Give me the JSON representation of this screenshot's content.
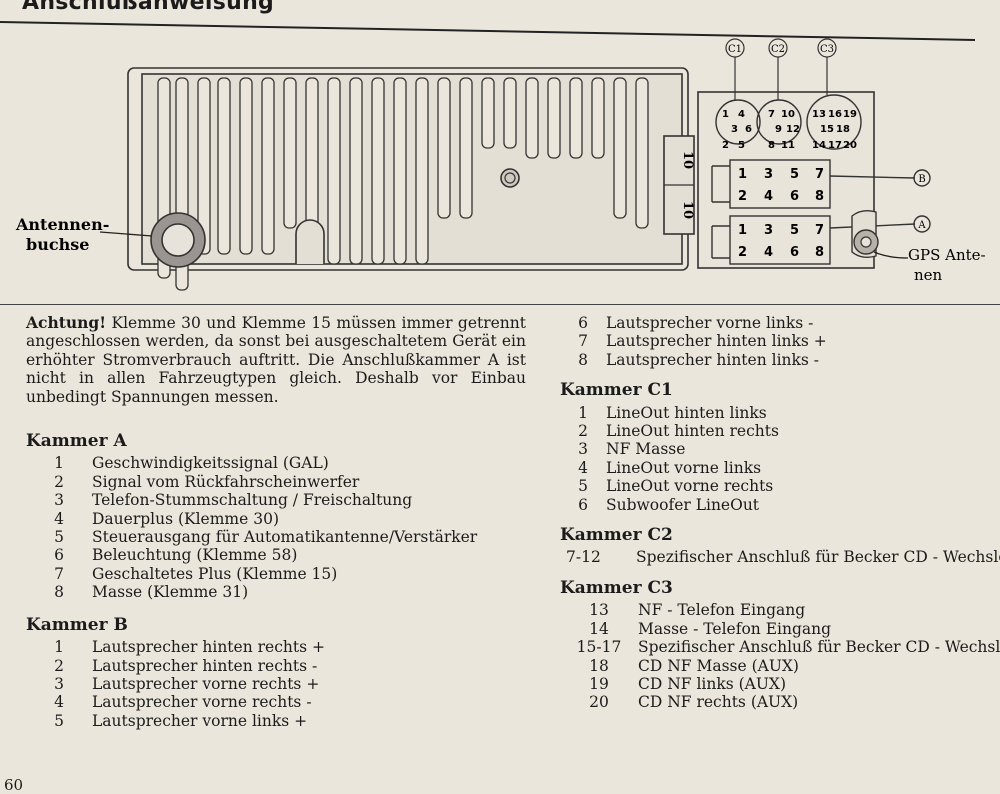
{
  "page": {
    "heading": "Anschlußanweisung",
    "page_number": "60"
  },
  "diagram": {
    "antenna_label_line1": "Antennen-",
    "antenna_label_line2": "buchse",
    "gps_label_line1": "GPS Ante-",
    "gps_label_line2": "nen",
    "callout_c1": "C1",
    "callout_c2": "C2",
    "callout_c3": "C3",
    "callout_b": "B",
    "callout_a": "A",
    "fuse_top": "10",
    "fuse_bottom": "10",
    "c1_pins": {
      "p1": "1",
      "p4": "4",
      "p3": "3",
      "p6": "6",
      "p2": "2",
      "p5": "5"
    },
    "c2_pins": {
      "p7": "7",
      "p10": "10",
      "p9": "9",
      "p12": "12",
      "p8": "8",
      "p11": "11"
    },
    "c3_pins": {
      "p13": "13",
      "p16": "16",
      "p19": "19",
      "p15": "15",
      "p18": "18",
      "p14": "14",
      "p17": "17",
      "p20": "20"
    },
    "b_pins": {
      "p1": "1",
      "p3": "3",
      "p5": "5",
      "p7": "7",
      "p2": "2",
      "p4": "4",
      "p6": "6",
      "p8": "8"
    },
    "a_pins": {
      "p1": "1",
      "p3": "3",
      "p5": "5",
      "p7": "7",
      "p2": "2",
      "p4": "4",
      "p6": "6",
      "p8": "8"
    }
  },
  "warning": {
    "lead": "Achtung!",
    "text": " Klemme 30 und Klemme 15 müssen immer getrennt angeschlossen werden, da sonst bei ausgeschaltetem Gerät ein erhöhter Stromverbrauch auftritt. Die Anschlußkammer A ist nicht in allen Fahrzeugtypen gleich. Deshalb vor Einbau unbedingt Spannungen messen."
  },
  "kammer_a": {
    "title": "Kammer A",
    "rows": [
      {
        "n": "1",
        "t": "Geschwindigkeitssignal (GAL)"
      },
      {
        "n": "2",
        "t": "Signal vom Rückfahrscheinwerfer"
      },
      {
        "n": "3",
        "t": "Telefon-Stummschaltung / Freischaltung"
      },
      {
        "n": "4",
        "t": "Dauerplus (Klemme 30)"
      },
      {
        "n": "5",
        "t": "Steuerausgang für Automatikantenne/Verstärker"
      },
      {
        "n": "6",
        "t": "Beleuchtung (Klemme 58)"
      },
      {
        "n": "7",
        "t": "Geschaltetes Plus (Klemme 15)"
      },
      {
        "n": "8",
        "t": "Masse (Klemme 31)"
      }
    ]
  },
  "kammer_b": {
    "title": "Kammer B",
    "rows": [
      {
        "n": "1",
        "t": "Lautsprecher hinten rechts +"
      },
      {
        "n": "2",
        "t": "Lautsprecher hinten rechts -"
      },
      {
        "n": "3",
        "t": "Lautsprecher vorne rechts +"
      },
      {
        "n": "4",
        "t": "Lautsprecher vorne rechts -"
      },
      {
        "n": "5",
        "t": "Lautsprecher vorne links +"
      }
    ]
  },
  "kammer_b_cont": {
    "rows": [
      {
        "n": "6",
        "t": "Lautsprecher vorne links -"
      },
      {
        "n": "7",
        "t": "Lautsprecher hinten links +"
      },
      {
        "n": "8",
        "t": "Lautsprecher hinten links -"
      }
    ]
  },
  "kammer_c1": {
    "title": "Kammer C1",
    "rows": [
      {
        "n": "1",
        "t": "LineOut hinten links"
      },
      {
        "n": "2",
        "t": "LineOut hinten rechts"
      },
      {
        "n": "3",
        "t": "NF Masse"
      },
      {
        "n": "4",
        "t": "LineOut vorne links"
      },
      {
        "n": "5",
        "t": "LineOut vorne rechts"
      },
      {
        "n": "6",
        "t": "Subwoofer LineOut"
      }
    ]
  },
  "kammer_c2": {
    "title": "Kammer C2",
    "rows": [
      {
        "n": "7-12",
        "t": "Spezifischer Anschluß für Becker CD - Wechsler"
      }
    ]
  },
  "kammer_c3": {
    "title": "Kammer C3",
    "rows": [
      {
        "n": "13",
        "t": "NF - Telefon Eingang"
      },
      {
        "n": "14",
        "t": "Masse - Telefon Eingang"
      },
      {
        "n": "15-17",
        "t": "Spezifischer Anschluß für Becker CD - Wechsler"
      },
      {
        "n": "18",
        "t": "CD NF Masse (AUX)"
      },
      {
        "n": "19",
        "t": "CD NF links (AUX)"
      },
      {
        "n": "20",
        "t": "CD NF rechts (AUX)"
      }
    ]
  }
}
